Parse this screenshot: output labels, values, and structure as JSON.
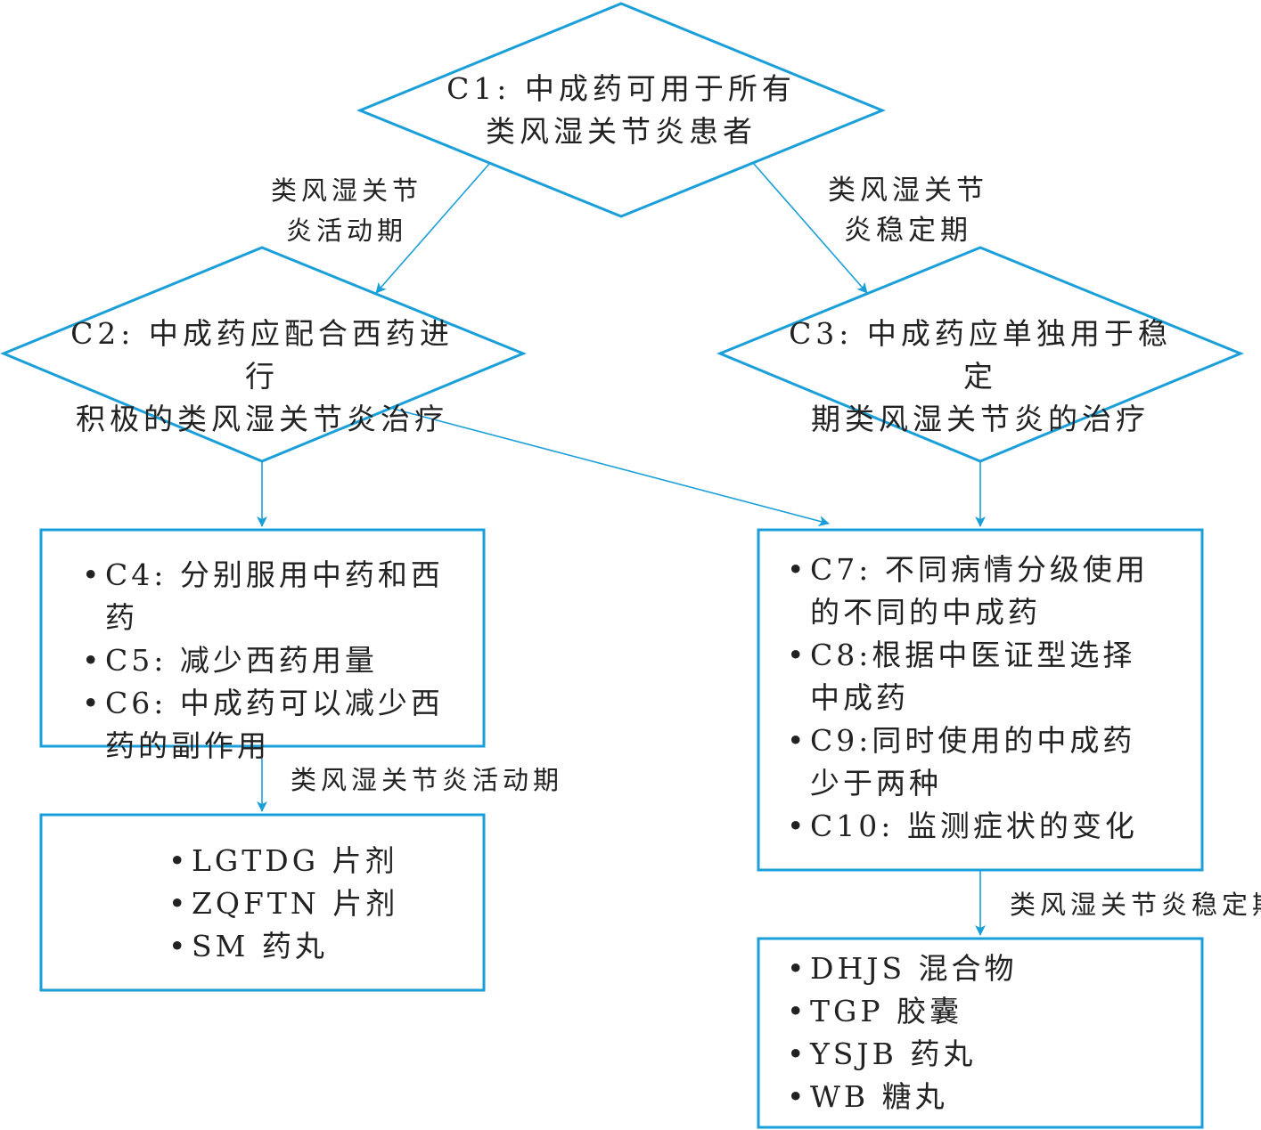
{
  "colors": {
    "stroke": "#1a9fd9",
    "text": "#222222",
    "background": "#ffffff"
  },
  "nodes": {
    "c1": {
      "line1": "C1: 中成药可用于所有",
      "line2": "类风湿关节炎患者"
    },
    "c2": {
      "line1": "C2: 中成药应配合西药进行",
      "line2": "积极的类风湿关节炎治疗"
    },
    "c3": {
      "line1": "C3: 中成药应单独用于稳定",
      "line2": "期类风湿关节炎的治疗"
    },
    "box_active": {
      "items": [
        {
          "text": "C4: 分别服用中药和西药"
        },
        {
          "text": "C5: 减少西药用量"
        },
        {
          "text": "C6: 中成药可以减少西药的副作用"
        }
      ]
    },
    "box_stable": {
      "items": [
        {
          "text": "C7: 不同病情分级使用的不同的中成药"
        },
        {
          "text": "C8:根据中医证型选择中成药"
        },
        {
          "text": "C9:同时使用的中成药少于两种"
        },
        {
          "text": "C10: 监测症状的变化"
        }
      ]
    },
    "drugs_active": {
      "items": [
        {
          "text": "LGTDG 片剂"
        },
        {
          "text": "ZQFTN 片剂"
        },
        {
          "text": "SM 药丸"
        }
      ]
    },
    "drugs_stable": {
      "items": [
        {
          "text": "DHJS 混合物"
        },
        {
          "text": "TGP 胶囊"
        },
        {
          "text": "YSJB 药丸"
        },
        {
          "text": "WB 糖丸"
        }
      ]
    }
  },
  "edge_labels": {
    "c1_to_c2": {
      "line1": "类风湿关节",
      "line2": "炎活动期"
    },
    "c1_to_c3": {
      "line1": "类风湿关节",
      "line2": "炎稳定期"
    },
    "active_to_drugs": "类风湿关节炎活动期",
    "stable_to_drugs": "类风湿关节炎稳定期"
  }
}
